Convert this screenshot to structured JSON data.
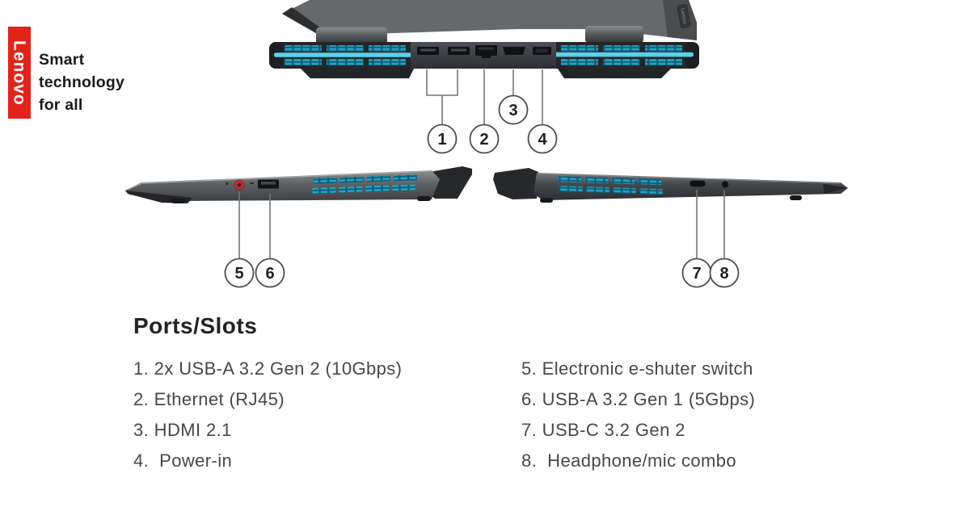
{
  "brand": {
    "logo_text": "Lenovo",
    "tagline": "Smart\ntechnology\nfor all",
    "red": "#e2231a"
  },
  "lid_badge": {
    "text": "Lenovo"
  },
  "callouts": {
    "rear": [
      "1",
      "2",
      "3",
      "4"
    ],
    "left_side": [
      "5",
      "6"
    ],
    "right_side": [
      "7",
      "8"
    ]
  },
  "ports_list": {
    "title": "Ports/Slots",
    "left": [
      "1. 2x USB-A 3.2 Gen 2 (10Gbps)",
      "2. Ethernet (RJ45)",
      "3. HDMI 2.1",
      "4.  Power-in"
    ],
    "right": [
      "5. Electronic e-shuter switch",
      "6. USB-A 3.2 Gen 1 (5Gbps)",
      "7. USB-C 3.2 Gen 2",
      "8.  Headphone/mic combo"
    ]
  },
  "colors": {
    "lenovo_red": "#e2231a",
    "vent_teal": "#1b90ae",
    "vent_highlight": "#5ad1e9",
    "chassis_dark": "#24272a",
    "lid_gray": "#66696c",
    "eshutter_red": "#c52a2e",
    "text_dark": "#232323",
    "text_gray": "#474747"
  }
}
